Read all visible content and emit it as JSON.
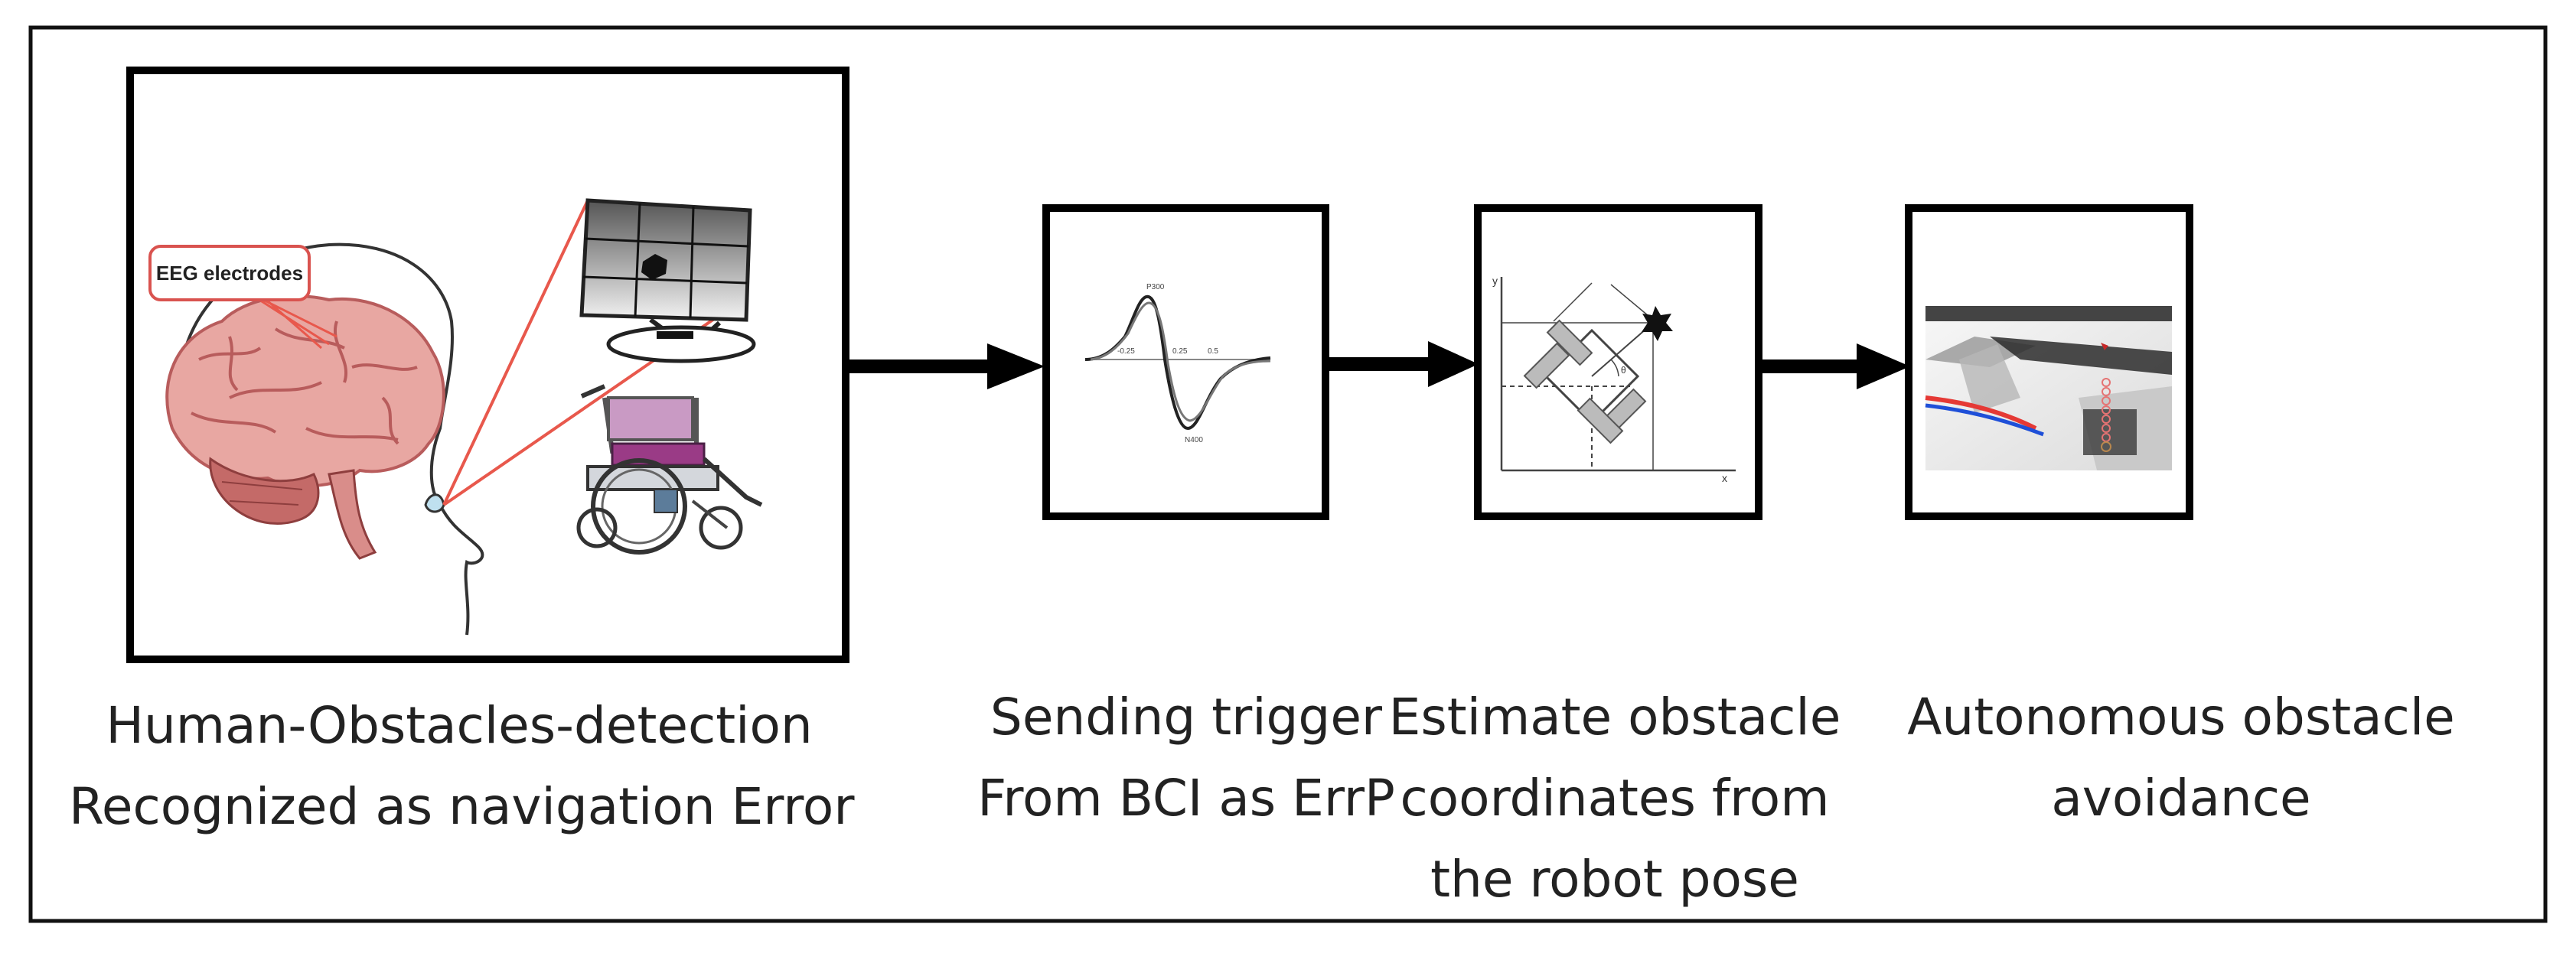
{
  "colors": {
    "frame": "#000000",
    "sight_line": "#e8584c",
    "brain": "#e8a7a2",
    "brain_shade": "#c46a68",
    "label_border": "#d9534f",
    "wheelchair_seat": "#9a3b86",
    "trajectory_red": "#e53935",
    "trajectory_blue": "#1e4fd8"
  },
  "stages": [
    {
      "id": "human-detection",
      "image": "brain-eeg-monitor-wheelchair-illustration",
      "inner_label": "EEG electrodes",
      "caption": [
        "Human-Obstacles-detection",
        "Recognized as navigation Error"
      ]
    },
    {
      "id": "bci-trigger",
      "image": "errp-waveform-plot",
      "caption": [
        "Sending trigger",
        "From BCI as ErrP"
      ]
    },
    {
      "id": "estimate-coordinates",
      "image": "robot-pose-coordinate-sketch",
      "caption": [
        "Estimate obstacle",
        "coordinates from",
        "the robot pose"
      ]
    },
    {
      "id": "obstacle-avoidance",
      "image": "3d-trajectory-simulation",
      "caption": [
        "Autonomous obstacle",
        "avoidance"
      ]
    }
  ],
  "connectors": [
    "arrow-1",
    "arrow-2",
    "arrow-3"
  ]
}
